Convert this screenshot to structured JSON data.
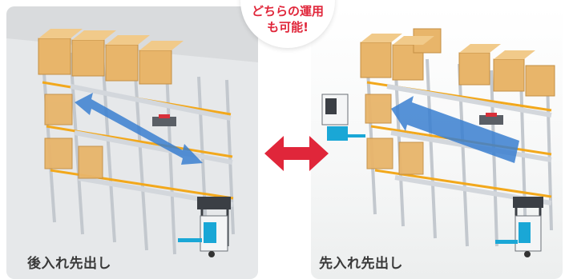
{
  "bubble": {
    "line1": "どちらの運用",
    "line2": "も可能!"
  },
  "panels": [
    {
      "caption": "後入れ先出し"
    },
    {
      "caption": "先入れ先出し"
    }
  ],
  "colors": {
    "accent_red": "#e0263a",
    "flow_arrow": "#3a7fd0",
    "box": "#e8b56a",
    "rack_beam": "#f2a81c",
    "rack_frame": "#c8ccd2"
  },
  "icons": {
    "double_arrow": "left-right-double-arrow",
    "flow_arrow_left_panel": "bidirectional-flow-arrow",
    "flow_arrow_right_panel": "single-direction-flow-arrow",
    "forklift": "reach-forklift",
    "shuttle": "rack-shuttle"
  }
}
